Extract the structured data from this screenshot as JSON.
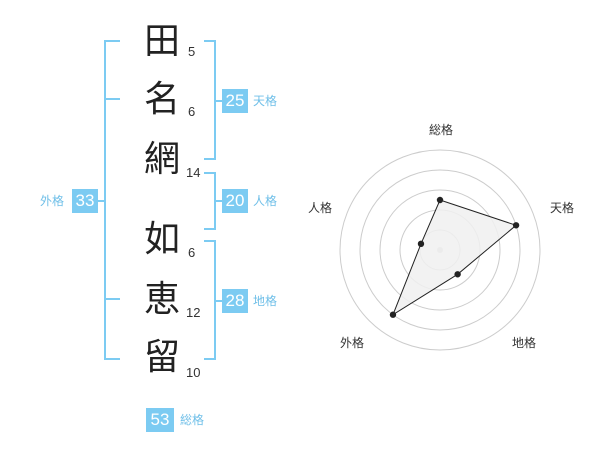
{
  "name_chars": [
    {
      "char": "田",
      "strokes": "5"
    },
    {
      "char": "名",
      "strokes": "6"
    },
    {
      "char": "網",
      "strokes": "14"
    },
    {
      "char": "如",
      "strokes": "6"
    },
    {
      "char": "恵",
      "strokes": "12"
    },
    {
      "char": "留",
      "strokes": "10"
    }
  ],
  "kakusu": {
    "tenkaku": {
      "value": "25",
      "label": "天格"
    },
    "jinkaku": {
      "value": "20",
      "label": "人格"
    },
    "chikaku": {
      "value": "28",
      "label": "地格"
    },
    "gaikaku": {
      "value": "33",
      "label": "外格"
    },
    "soukaku": {
      "value": "53",
      "label": "総格"
    }
  },
  "radar": {
    "labels": {
      "soukaku": "総格",
      "tenkaku": "天格",
      "chikaku": "地格",
      "gaikaku": "外格",
      "jinkaku": "人格"
    },
    "colors": {
      "accent": "#7ccbf2",
      "fill": "#f0f0f0",
      "stroke": "#222222",
      "grid": "#cccccc"
    }
  },
  "chart_data": {
    "type": "radar",
    "categories": [
      "総格",
      "天格",
      "地格",
      "外格",
      "人格"
    ],
    "values": [
      2.5,
      4,
      1.5,
      4,
      1
    ],
    "rlim": [
      0,
      5
    ]
  }
}
